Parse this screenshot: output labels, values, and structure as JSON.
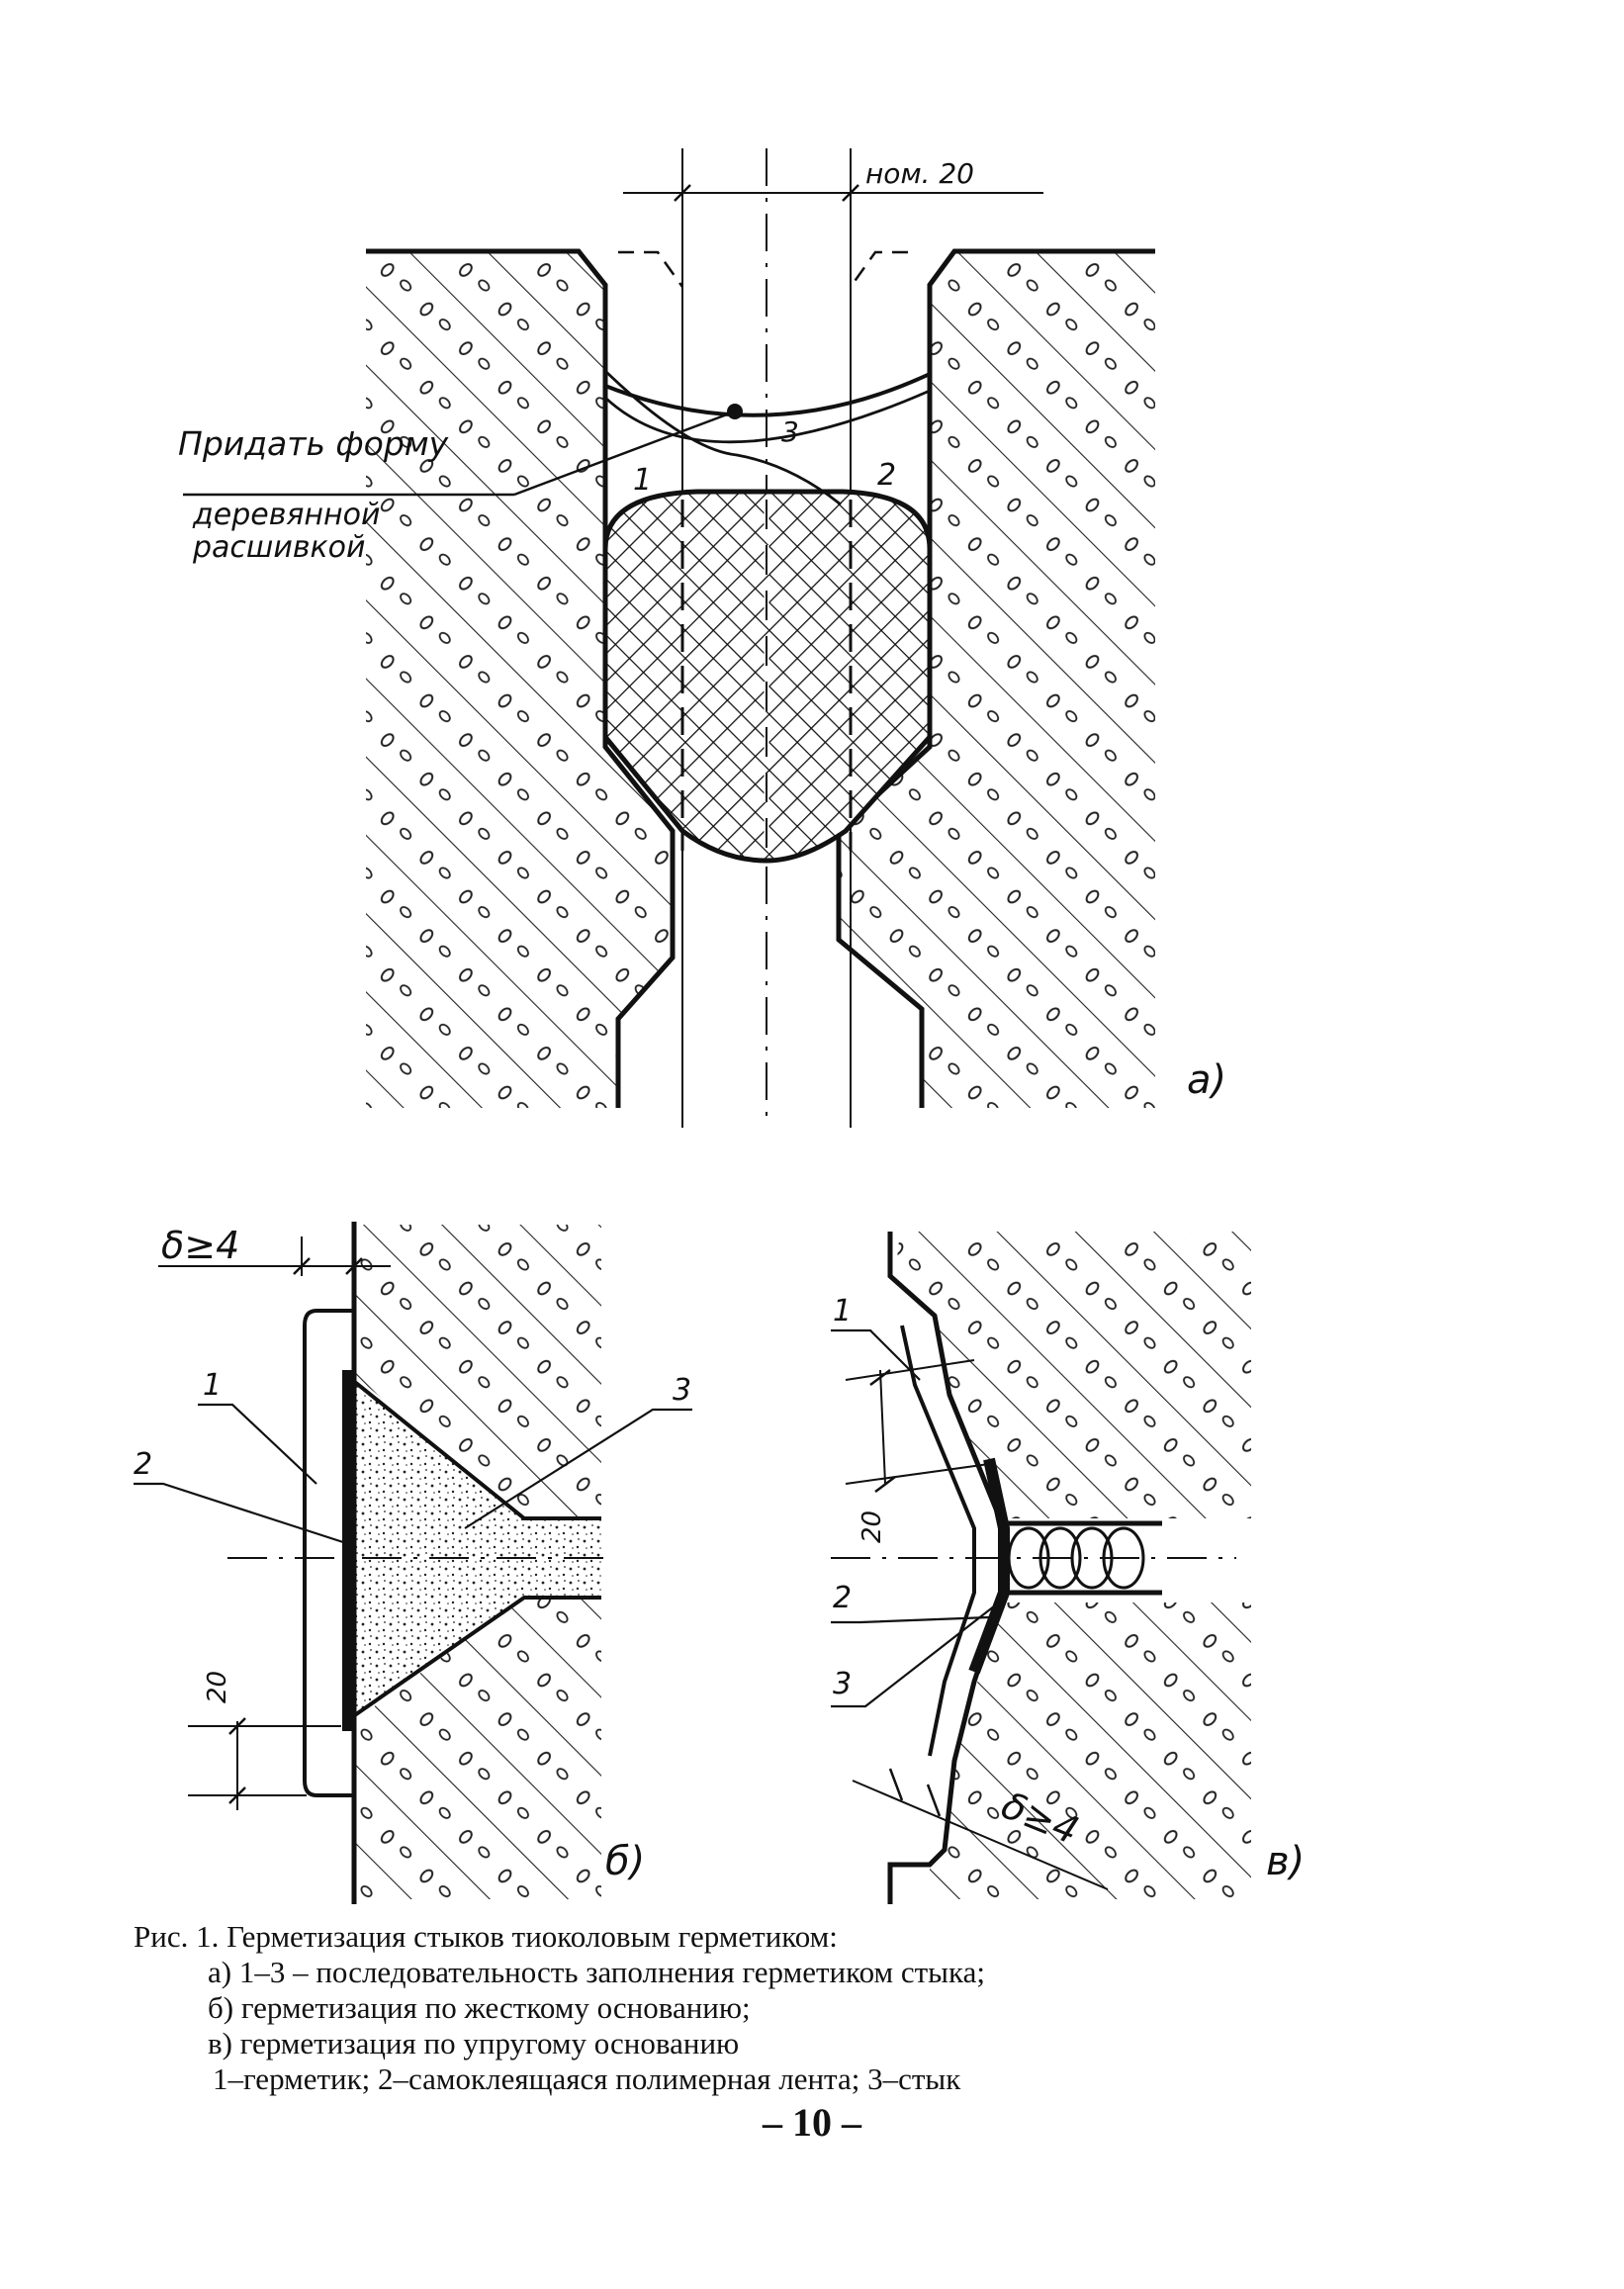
{
  "figure_a": {
    "dimension_label": "ном. 20",
    "instruction_line1": "Придать форму",
    "instruction_line2": "деревянной",
    "instruction_line3": "расшивкой",
    "fill_number_1": "1",
    "fill_number_2": "2",
    "fill_number_3": "3",
    "panel_label": "а)"
  },
  "figure_b": {
    "gap_label": "δ≥4",
    "callout_1": "1",
    "callout_2": "2",
    "callout_3": "3",
    "dimension_20": "20",
    "panel_label": "б)"
  },
  "figure_v": {
    "callout_1": "1",
    "callout_2": "2",
    "callout_3": "3",
    "dimension_20": "20",
    "gap_label": "δ≥4",
    "panel_label": "в)"
  },
  "caption": {
    "title": "Рис. 1. Герметизация стыков тиоколовым герметиком:",
    "item_a": "а) 1–3 – последовательность заполнения герметиком стыка;",
    "item_b": "б) герметизация по жесткому основанию;",
    "item_v": "в) герметизация по упругому основанию",
    "legend": "1–герметик; 2–самоклеящаяся полимерная лента; 3–стык"
  },
  "page_number": "– 10 –"
}
